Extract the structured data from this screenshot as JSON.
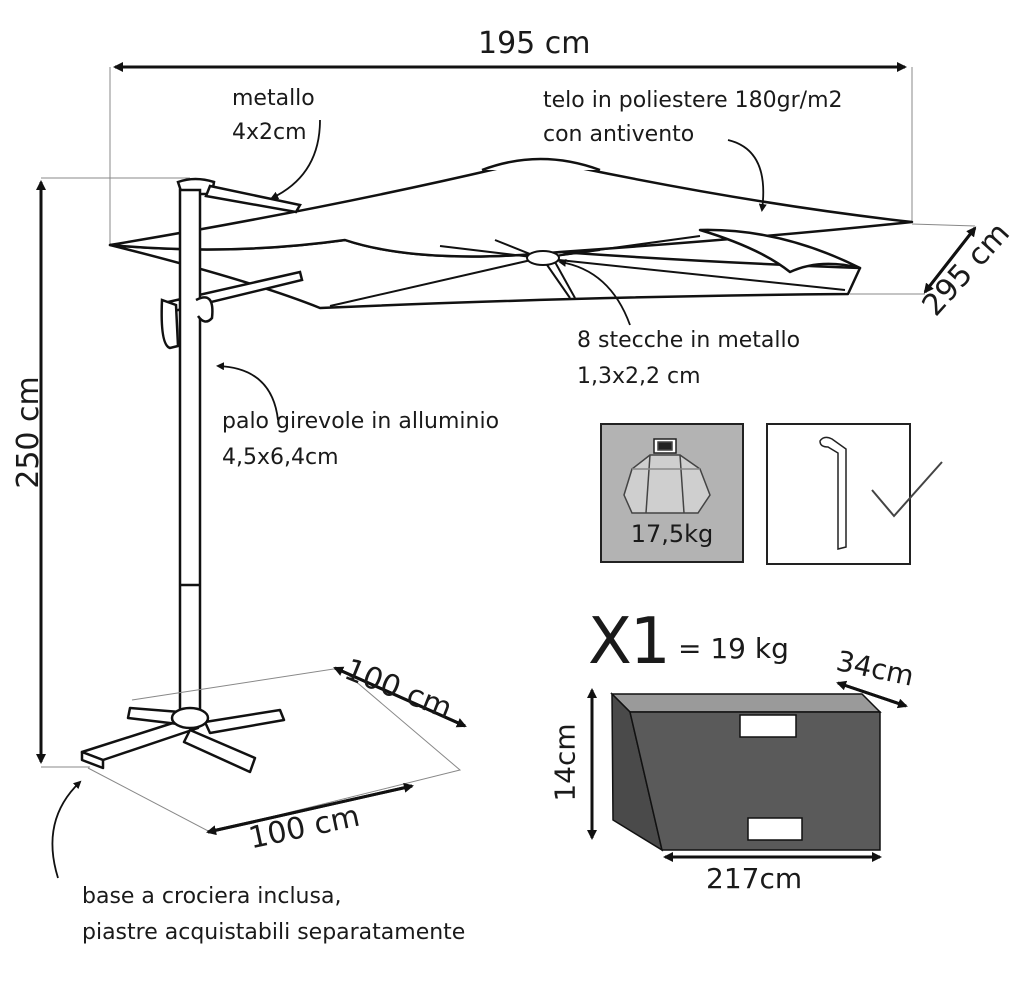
{
  "dimensions": {
    "width": "195 cm",
    "height": "250 cm",
    "depth": "295 cm",
    "base_depth": "100 cm",
    "base_width": "100 cm"
  },
  "labels": {
    "frame_material": "metallo",
    "frame_size": "4x2cm",
    "canopy_line1": "telo in poliestere 180gr/m2",
    "canopy_line2": "con antivento",
    "ribs_line1": "8 stecche in metallo",
    "ribs_line2": "1,3x2,2 cm",
    "pole_line1": "palo girevole in alluminio",
    "pole_line2": "4,5x6,4cm",
    "base_line1": "base a crociera inclusa,",
    "base_line2": "piastre acquistabili separatamente"
  },
  "accessories": {
    "weight_panel_label": "17,5kg"
  },
  "package": {
    "quantity": "X1",
    "weight": "= 19 kg",
    "depth": "34cm",
    "height": "14cm",
    "length": "217cm"
  },
  "colors": {
    "line": "#1a1a1a",
    "panel_grey": "#b3b3b3",
    "box_dark": "#5a5a5a",
    "box_top": "#8a8a8a"
  }
}
